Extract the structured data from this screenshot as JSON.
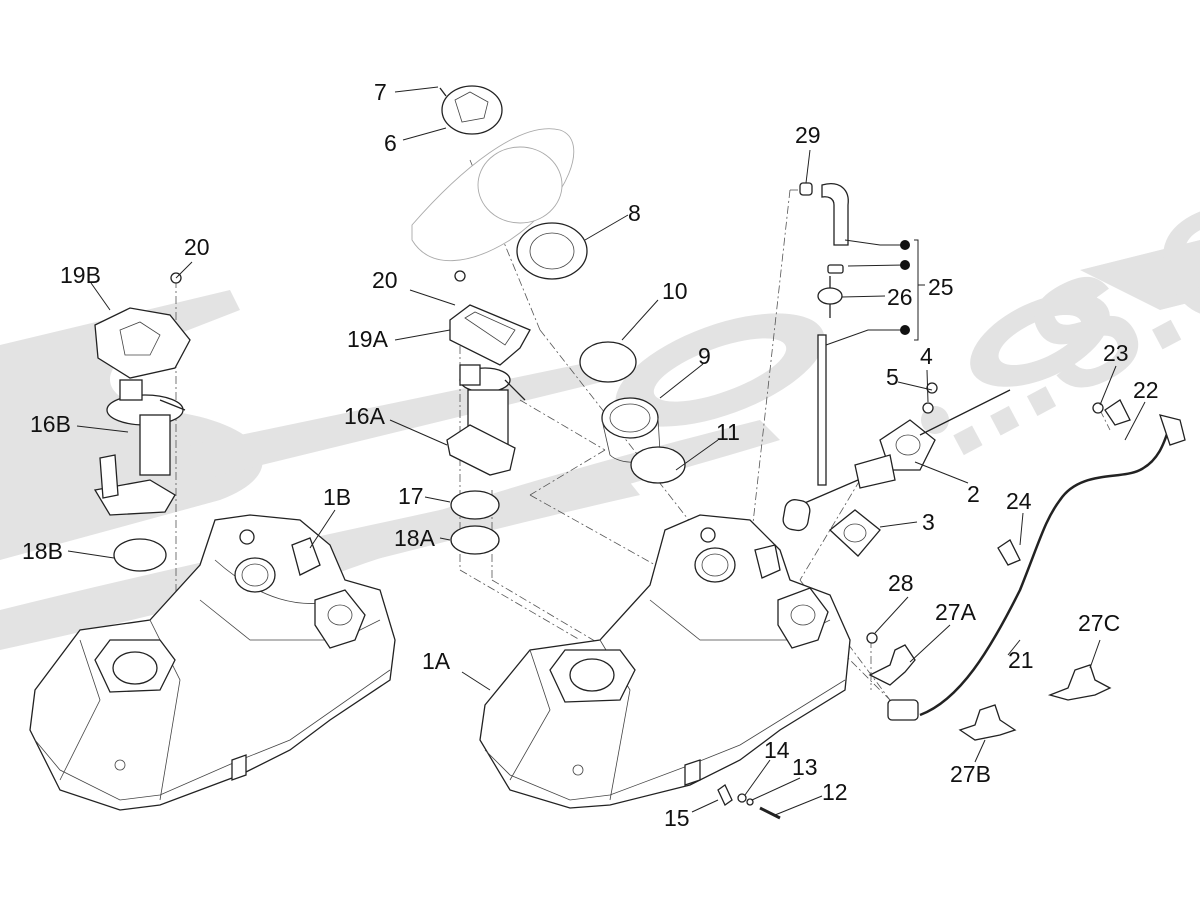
{
  "diagram": {
    "title": "Fuel tank exploded parts diagram",
    "watermark": "...S.COM",
    "colors": {
      "line": "#222222",
      "label": "#111111",
      "watermark": "#e3e3e3",
      "background": "#ffffff"
    },
    "callouts": [
      {
        "id": "1A",
        "text": "1A",
        "part": "fuel-tank-a"
      },
      {
        "id": "1B",
        "text": "1B",
        "part": "fuel-tank-b"
      },
      {
        "id": "2",
        "text": "2",
        "part": "fuel-level-sender"
      },
      {
        "id": "3",
        "text": "3",
        "part": "sender-gasket"
      },
      {
        "id": "4",
        "text": "4",
        "part": "nut"
      },
      {
        "id": "5",
        "text": "5",
        "part": "washer"
      },
      {
        "id": "6",
        "text": "6",
        "part": "fuel-cap"
      },
      {
        "id": "7",
        "text": "7",
        "part": "cap-screw"
      },
      {
        "id": "8",
        "text": "8",
        "part": "filler-flange"
      },
      {
        "id": "9",
        "text": "9",
        "part": "filler-sleeve"
      },
      {
        "id": "10",
        "text": "10",
        "part": "upper-hose-clamp"
      },
      {
        "id": "11",
        "text": "11",
        "part": "lower-hose-clamp"
      },
      {
        "id": "12",
        "text": "12",
        "part": "bolt"
      },
      {
        "id": "13",
        "text": "13",
        "part": "spring-washer"
      },
      {
        "id": "14",
        "text": "14",
        "part": "flat-washer"
      },
      {
        "id": "15",
        "text": "15",
        "part": "clip-nut"
      },
      {
        "id": "16A",
        "text": "16A",
        "part": "fuel-pump-a"
      },
      {
        "id": "16B",
        "text": "16B",
        "part": "fuel-pump-b"
      },
      {
        "id": "17",
        "text": "17",
        "part": "o-ring"
      },
      {
        "id": "18A",
        "text": "18A",
        "part": "seal-ring-a"
      },
      {
        "id": "18B",
        "text": "18B",
        "part": "seal-ring-b"
      },
      {
        "id": "19A",
        "text": "19A",
        "part": "pump-gasket-a"
      },
      {
        "id": "19B",
        "text": "19B",
        "part": "pump-gasket-b"
      },
      {
        "id": "20a",
        "text": "20",
        "part": "pump-nut-b"
      },
      {
        "id": "20b",
        "text": "20",
        "part": "pump-nut-a"
      },
      {
        "id": "21",
        "text": "21",
        "part": "fuel-line"
      },
      {
        "id": "22",
        "text": "22",
        "part": "hose-clip"
      },
      {
        "id": "23",
        "text": "23",
        "part": "clip-screw"
      },
      {
        "id": "24",
        "text": "24",
        "part": "connector-clip"
      },
      {
        "id": "25",
        "text": "25",
        "part": "breather-kit"
      },
      {
        "id": "26",
        "text": "26",
        "part": "check-valve"
      },
      {
        "id": "27A",
        "text": "27A",
        "part": "bracket-a"
      },
      {
        "id": "27B",
        "text": "27B",
        "part": "bracket-b"
      },
      {
        "id": "27C",
        "text": "27C",
        "part": "bracket-c"
      },
      {
        "id": "28",
        "text": "28",
        "part": "bracket-nut"
      },
      {
        "id": "29",
        "text": "29",
        "part": "breather-cap"
      }
    ]
  }
}
